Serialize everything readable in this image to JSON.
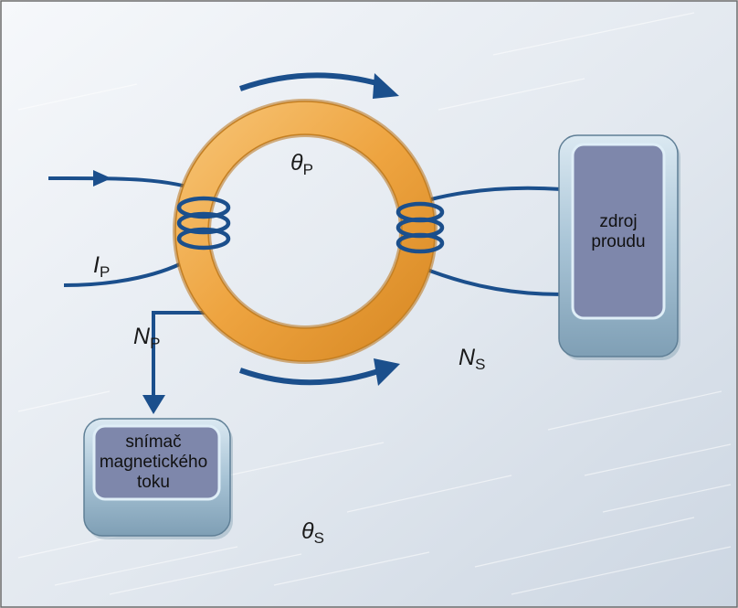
{
  "labels": {
    "theta_p": {
      "symbol": "θ",
      "sub": "P"
    },
    "theta_s": {
      "symbol": "θ",
      "sub": "S"
    },
    "i_p": {
      "symbol": "I",
      "sub": "P"
    },
    "n_p": {
      "symbol": "N",
      "sub": "P"
    },
    "n_s": {
      "symbol": "N",
      "sub": "S"
    }
  },
  "boxes": {
    "power_source": {
      "line1": "zdroj",
      "line2": "proudu"
    },
    "flux_sensor": {
      "line1": "snímač",
      "line2": "magnetického",
      "line3": "toku"
    }
  },
  "colors": {
    "ring": "#f0a642",
    "ring_edge": "#c97f1e",
    "wire": "#1b4f8c",
    "box_outer": "#a9c6d8",
    "box_inner": "#7e87ab",
    "background": "#e4e9f0"
  }
}
